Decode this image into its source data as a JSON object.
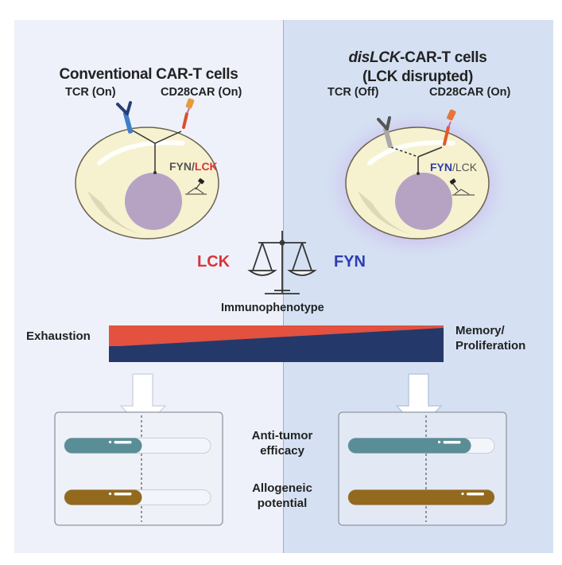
{
  "left_panel": {
    "title": "Conventional CAR-T cells",
    "tcr_label": "TCR (On)",
    "car_label": "CD28CAR (On)",
    "kinase_fyn": "FYN",
    "kinase_sep": "/",
    "kinase_lck": "LCK",
    "bars": [
      {
        "name": "Anti-tumor efficacy",
        "fill_fraction": 0.53,
        "color": "#5a8e96"
      },
      {
        "name": "Allogeneic potential",
        "fill_fraction": 0.53,
        "color": "#93691e"
      }
    ]
  },
  "right_panel": {
    "title_italic": "disLCK",
    "title_rest": "-CAR-T cells",
    "title_line2": "(LCK disrupted)",
    "tcr_label": "TCR (Off)",
    "car_label": "CD28CAR (On)",
    "kinase_fyn": "FYN",
    "kinase_sep": "/",
    "kinase_lck": "LCK",
    "bars": [
      {
        "name": "Anti-tumor efficacy",
        "fill_fraction": 0.84,
        "color": "#5a8e96"
      },
      {
        "name": "Allogeneic potential",
        "fill_fraction": 1.0,
        "color": "#93691e"
      }
    ]
  },
  "balance": {
    "left_label": "LCK",
    "right_label": "FYN",
    "caption": "Immunophenotype"
  },
  "gradient": {
    "left_label": "Exhaustion",
    "right_label_line1": "Memory/",
    "right_label_line2": "Proliferation",
    "left_color": "#e4513f",
    "right_color": "#24396a"
  },
  "outcomes": {
    "label1_line1": "Anti-tumor",
    "label1_line2": "efficacy",
    "label2_line1": "Allogeneic",
    "label2_line2": "potential"
  },
  "colors": {
    "lck_red": "#d6363a",
    "fyn_blue": "#2e3db0",
    "cell_fill": "#f6f1cf",
    "nucleus": "#b6a3c4"
  }
}
